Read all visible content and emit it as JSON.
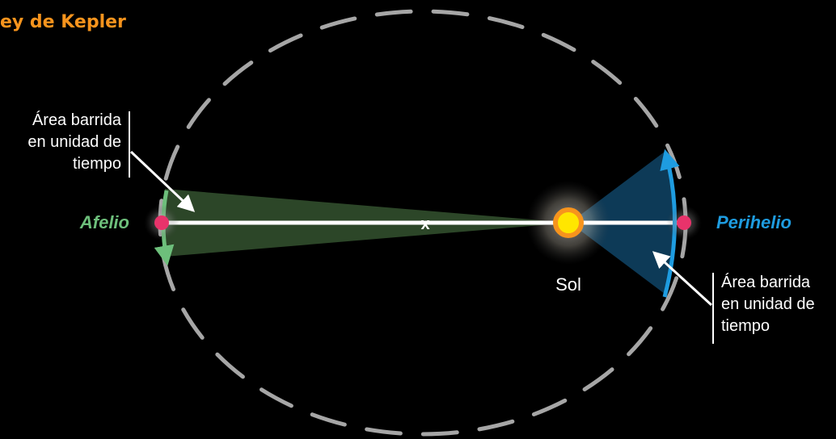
{
  "title": "ey de Kepler",
  "aphelion_label": "Afelio",
  "perihelion_label": "Perihelio",
  "sun_label": "Sol",
  "focus_mark": "x",
  "annotation_left": [
    "Área barrida",
    "en unidad de",
    "tiempo"
  ],
  "annotation_right": [
    "Área barrida",
    "en unidad de",
    "tiempo"
  ],
  "colors": {
    "background": "#000000",
    "title": "#f7941d",
    "aphelion": "#6dbf7b",
    "perihelion": "#1e9ce0",
    "planet": "#e8336b",
    "sun_core": "#ffe600",
    "sun_ring": "#f7941d",
    "orbit": "#a6a6a6",
    "green_sector": "#2e4a2a",
    "blue_sector": "#0e3d5c"
  }
}
